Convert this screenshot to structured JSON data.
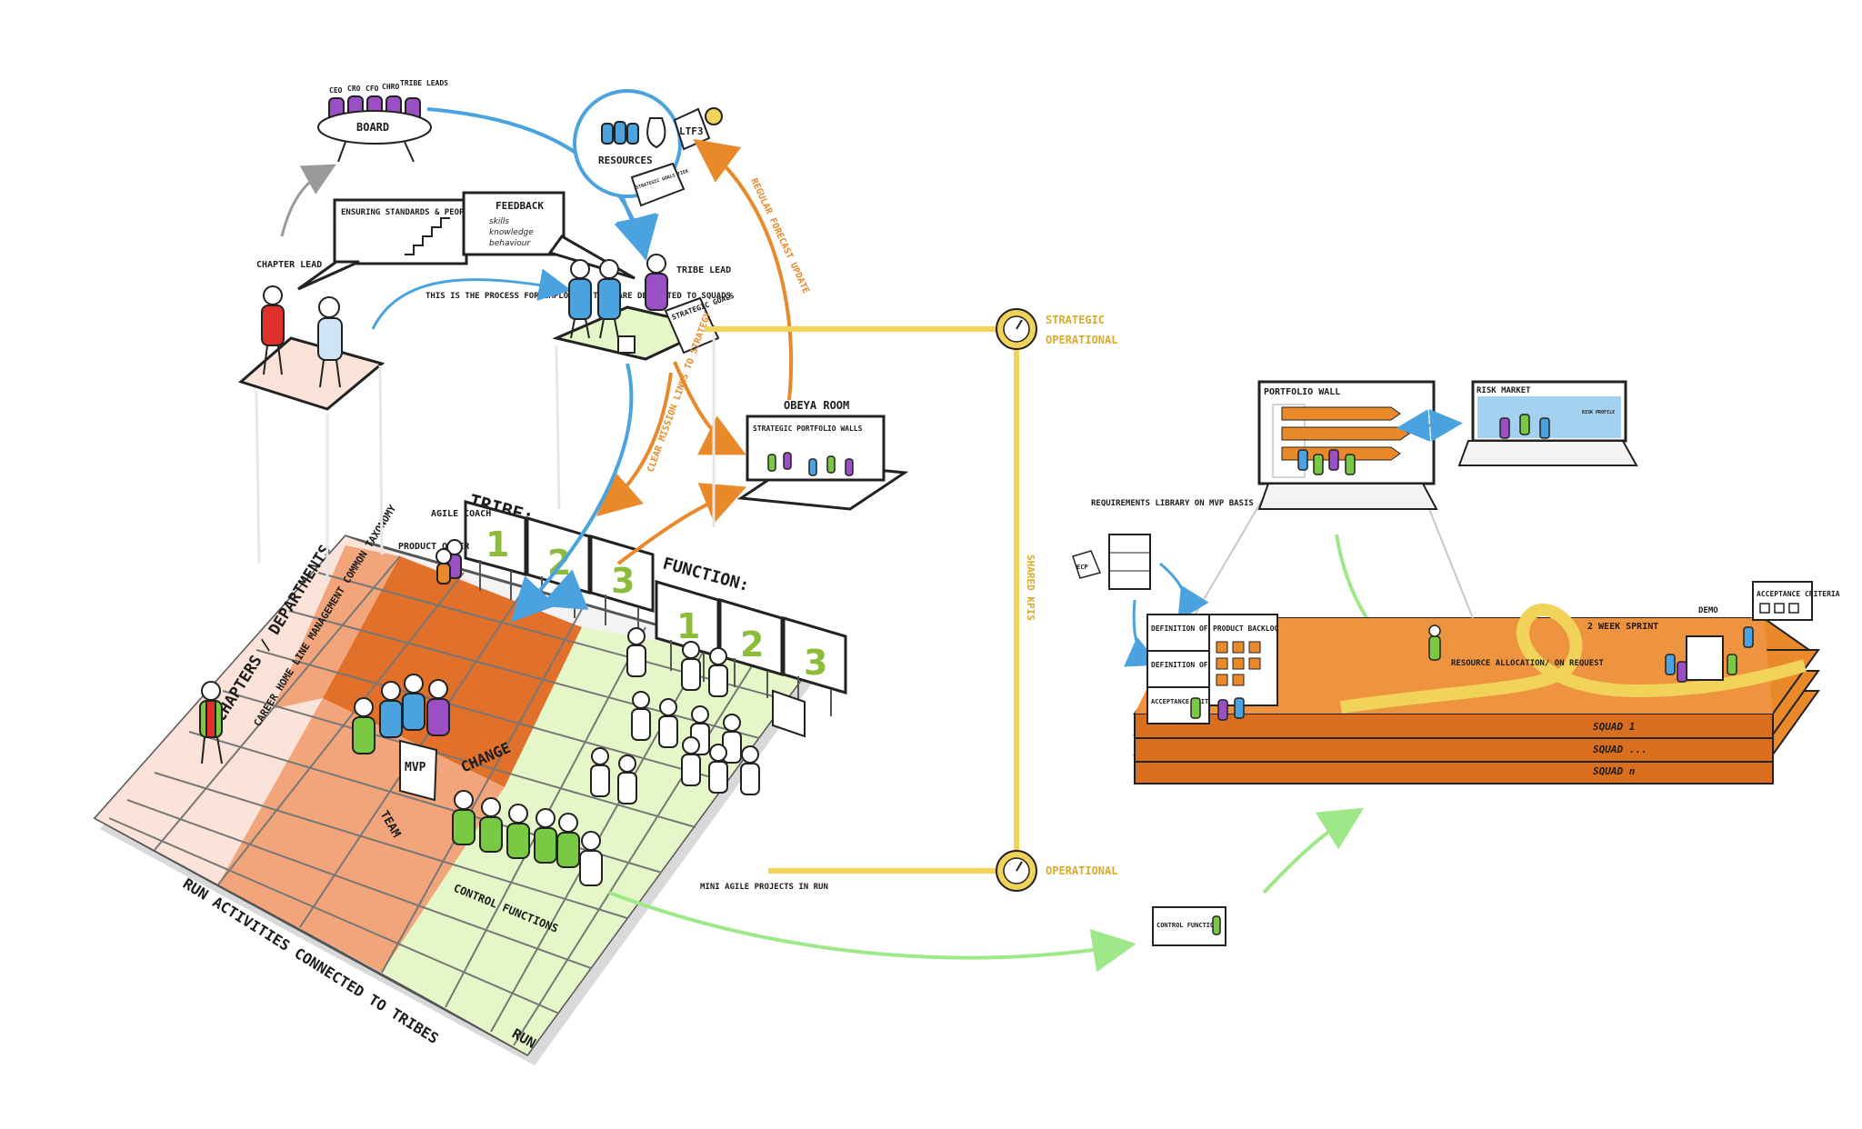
{
  "colors": {
    "orange": "#e9892a",
    "orange_dark": "#e0702a",
    "orange_mid": "#f2a57a",
    "pink_light": "#fbe3d9",
    "green_light": "#e5f7c8",
    "blue": "#4aa3df",
    "yellow": "#f2d35a",
    "purple": "#9b4fc4",
    "green": "#7ac943",
    "light_green_arrow": "#9ee88a"
  },
  "top": {
    "board": {
      "label": "BOARD",
      "roles": [
        "CEO",
        "CRO",
        "CFO",
        "CHRO",
        "TRIBE LEADS"
      ]
    },
    "chapter_lead": "CHAPTER LEAD",
    "ensuring": "ENSURING STANDARDS & PEOPLE DEVELOPMENT",
    "feedback": {
      "title": "FEEDBACK",
      "items": [
        "skills",
        "knowledge",
        "behaviour"
      ]
    },
    "resources": {
      "label": "RESOURCES",
      "ltf": "LTF3",
      "paper": "STRATEGIC GOALS TIER"
    },
    "tribe_lead": "TRIBE LEAD",
    "strategic_goals": "STRATEGIC GOALS",
    "process_note": "THIS IS THE PROCESS FOR EMPLOYEES THAT ARE DELEGATED TO SQUADS",
    "forecast": "REGULAR FORECAST UPDATE",
    "clear_mission": "CLEAR MISSION LINKS TO STRATEGY",
    "obeya": {
      "title": "OBEYA ROOM",
      "wall": "STRATEGIC PORTFOLIO WALLS"
    }
  },
  "kpis": {
    "strategic": "STRATEGIC",
    "operational_top": "OPERATIONAL",
    "operational_bottom": "OPERATIONAL",
    "shared": "SHARED KPIS"
  },
  "grid": {
    "tribe_label": "TRIBE:",
    "tribe_numbers": [
      "1",
      "2",
      "3"
    ],
    "function_label": "FUNCTION:",
    "function_numbers": [
      "1",
      "2",
      "3"
    ],
    "agile_coach": "AGILE COACH",
    "product_owner": "PRODUCT OWNER",
    "chapters": "CHAPTERS / DEPARTMENTS",
    "chapter_note": "CAREER HOME LINE MANAGEMENT COMMON TAXONOMY",
    "change": "CHANGE",
    "team": "TEAM",
    "mvp": "MVP",
    "control_functions": "CONTROL FUNCTIONS",
    "run_activities": "RUN ACTIVITIES CONNECTED TO TRIBES",
    "run": "RUN",
    "mini_agile": "MINI AGILE PROJECTS IN RUN"
  },
  "right": {
    "portfolio_wall": "PORTFOLIO WALL",
    "risk_market": "RISK MARKET",
    "risk_profile": "RISK PROFILE",
    "requirements": "REQUIREMENTS LIBRARY ON MVP BASIS",
    "ecp": "ECP",
    "definition_done": "DEFINITION OF DONE",
    "definition_ready": "DEFINITION OF READY",
    "acceptance": "ACCEPTANCE CRITERIA",
    "product_backlog": "PRODUCT BACKLOG",
    "resource_allocation": "RESOURCE ALLOCATION/ ON REQUEST",
    "sprint": "2 WEEK SPRINT",
    "demo": "DEMO",
    "acceptance_criteria": "ACCEPTANCE CRITERIA",
    "squads": [
      "SQUAD 1",
      "SQUAD ...",
      "SQUAD n"
    ],
    "control_function": "CONTROL FUNCTION"
  }
}
